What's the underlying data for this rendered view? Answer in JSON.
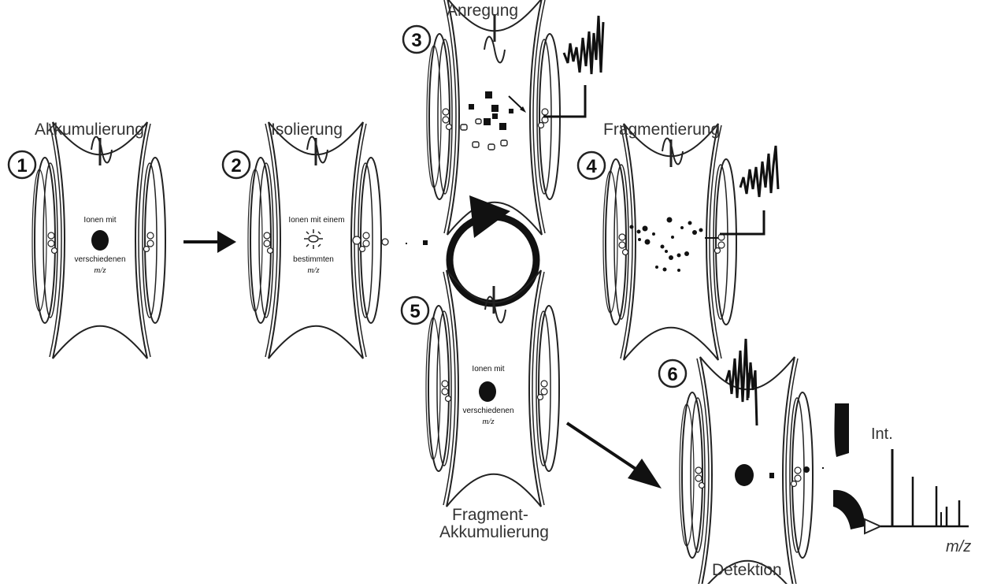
{
  "steps": [
    {
      "number": "1",
      "title": "Akkumulierung",
      "label_top": "Ionen mit",
      "label_bottom": "verschiedenen",
      "mz": "m/z"
    },
    {
      "number": "2",
      "title": "Isolierung",
      "label_top": "Ionen mit einem",
      "label_bottom": "bestimmten",
      "mz": "m/z"
    },
    {
      "number": "3",
      "title": "Anregung"
    },
    {
      "number": "4",
      "title": "Fragmentierung"
    },
    {
      "number": "5",
      "title_line1": "Fragment-",
      "title_line2": "Akkumulierung",
      "label_top": "Ionen mit",
      "label_bottom": "verschiedenen",
      "mz": "m/z"
    },
    {
      "number": "6",
      "title": "Detektion"
    }
  ],
  "spectrum": {
    "ylabel": "Int.",
    "xlabel": "m/z"
  }
}
